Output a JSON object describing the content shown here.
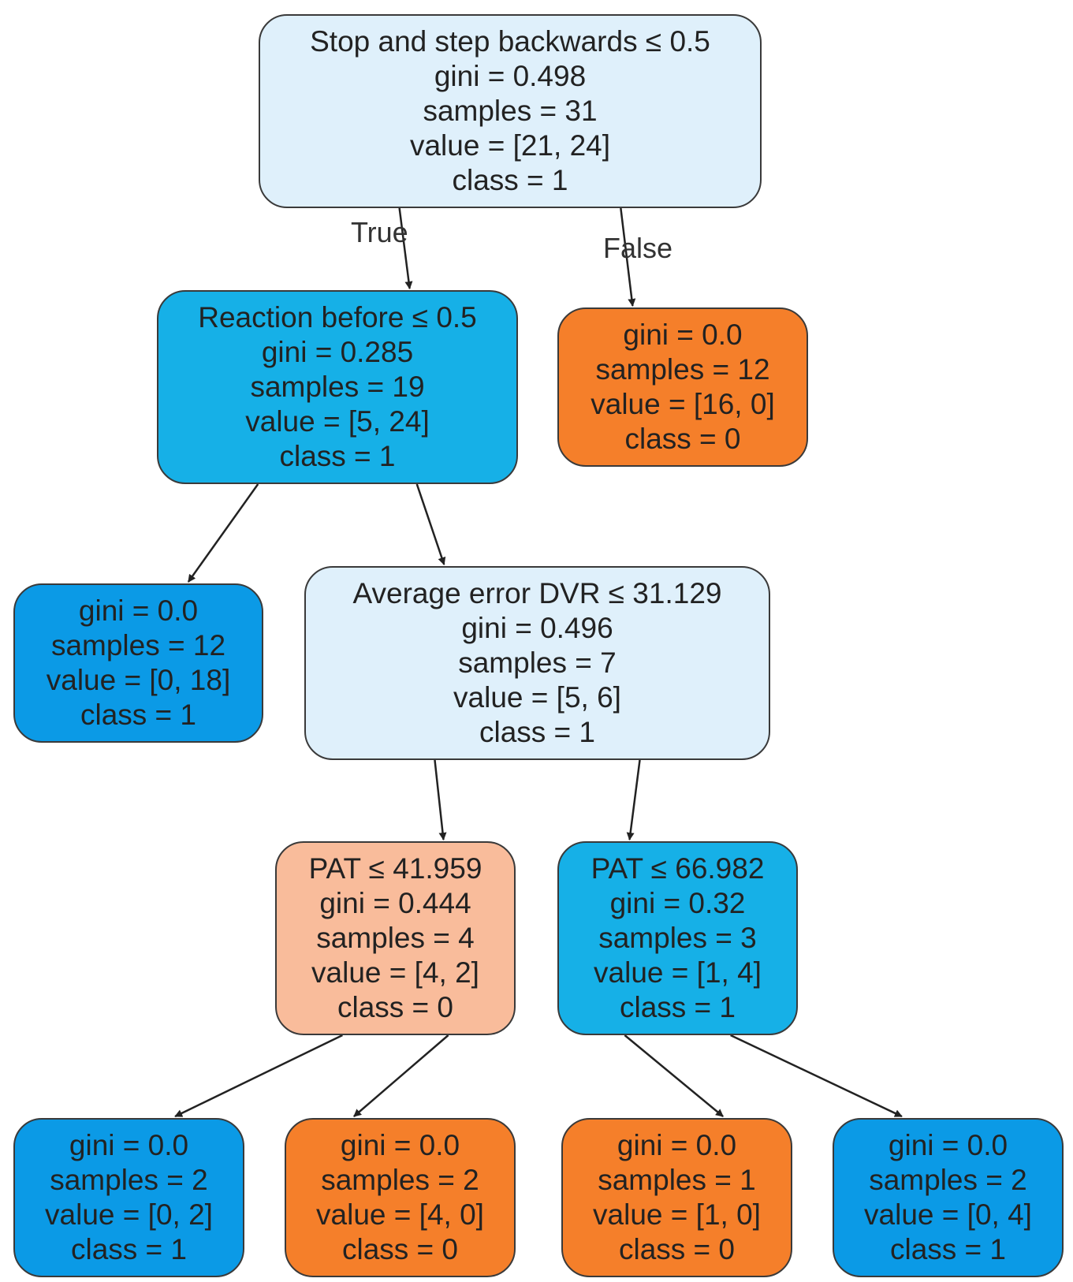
{
  "tree": {
    "edge_labels": {
      "true": "True",
      "false": "False"
    },
    "colors": {
      "very_light_blue": "#dff0fb",
      "medium_blue": "#16b0e7",
      "dark_blue": "#0b9ae6",
      "light_orange": "#f9bc9b",
      "orange": "#f57f2a"
    },
    "nodes": [
      {
        "id": "root",
        "color": "very_light_blue",
        "lines": [
          "Stop and step backwards ≤ 0.5",
          "gini = 0.498",
          "samples = 31",
          "value = [21, 24]",
          "class = 1"
        ]
      },
      {
        "id": "reaction",
        "color": "medium_blue",
        "lines": [
          "Reaction before ≤ 0.5",
          "gini = 0.285",
          "samples = 19",
          "value = [5, 24]",
          "class = 1"
        ]
      },
      {
        "id": "leaf-a",
        "color": "orange",
        "lines": [
          "gini = 0.0",
          "samples = 12",
          "value = [16, 0]",
          "class = 0"
        ]
      },
      {
        "id": "leaf-b",
        "color": "dark_blue",
        "lines": [
          "gini = 0.0",
          "samples = 12",
          "value = [0, 18]",
          "class = 1"
        ]
      },
      {
        "id": "avg-error",
        "color": "very_light_blue",
        "lines": [
          "Average error DVR ≤ 31.129",
          "gini = 0.496",
          "samples = 7",
          "value = [5, 6]",
          "class = 1"
        ]
      },
      {
        "id": "pat-left",
        "color": "light_orange",
        "lines": [
          "PAT ≤ 41.959",
          "gini = 0.444",
          "samples = 4",
          "value = [4, 2]",
          "class = 0"
        ]
      },
      {
        "id": "pat-right",
        "color": "medium_blue",
        "lines": [
          "PAT ≤ 66.982",
          "gini = 0.32",
          "samples = 3",
          "value = [1, 4]",
          "class = 1"
        ]
      },
      {
        "id": "leaf-c",
        "color": "dark_blue",
        "lines": [
          "gini = 0.0",
          "samples = 2",
          "value = [0, 2]",
          "class = 1"
        ]
      },
      {
        "id": "leaf-d",
        "color": "orange",
        "lines": [
          "gini = 0.0",
          "samples = 2",
          "value = [4, 0]",
          "class = 0"
        ]
      },
      {
        "id": "leaf-e",
        "color": "orange",
        "lines": [
          "gini = 0.0",
          "samples = 1",
          "value = [1, 0]",
          "class = 0"
        ]
      },
      {
        "id": "leaf-f",
        "color": "dark_blue",
        "lines": [
          "gini = 0.0",
          "samples = 2",
          "value = [0, 4]",
          "class = 1"
        ]
      }
    ],
    "edges": [
      {
        "from": "root",
        "to": "reaction"
      },
      {
        "from": "root",
        "to": "leaf-a"
      },
      {
        "from": "reaction",
        "to": "leaf-b"
      },
      {
        "from": "reaction",
        "to": "avg-error"
      },
      {
        "from": "avg-error",
        "to": "pat-left"
      },
      {
        "from": "avg-error",
        "to": "pat-right"
      },
      {
        "from": "pat-left",
        "to": "leaf-c"
      },
      {
        "from": "pat-left",
        "to": "leaf-d"
      },
      {
        "from": "pat-right",
        "to": "leaf-e"
      },
      {
        "from": "pat-right",
        "to": "leaf-f"
      }
    ]
  }
}
